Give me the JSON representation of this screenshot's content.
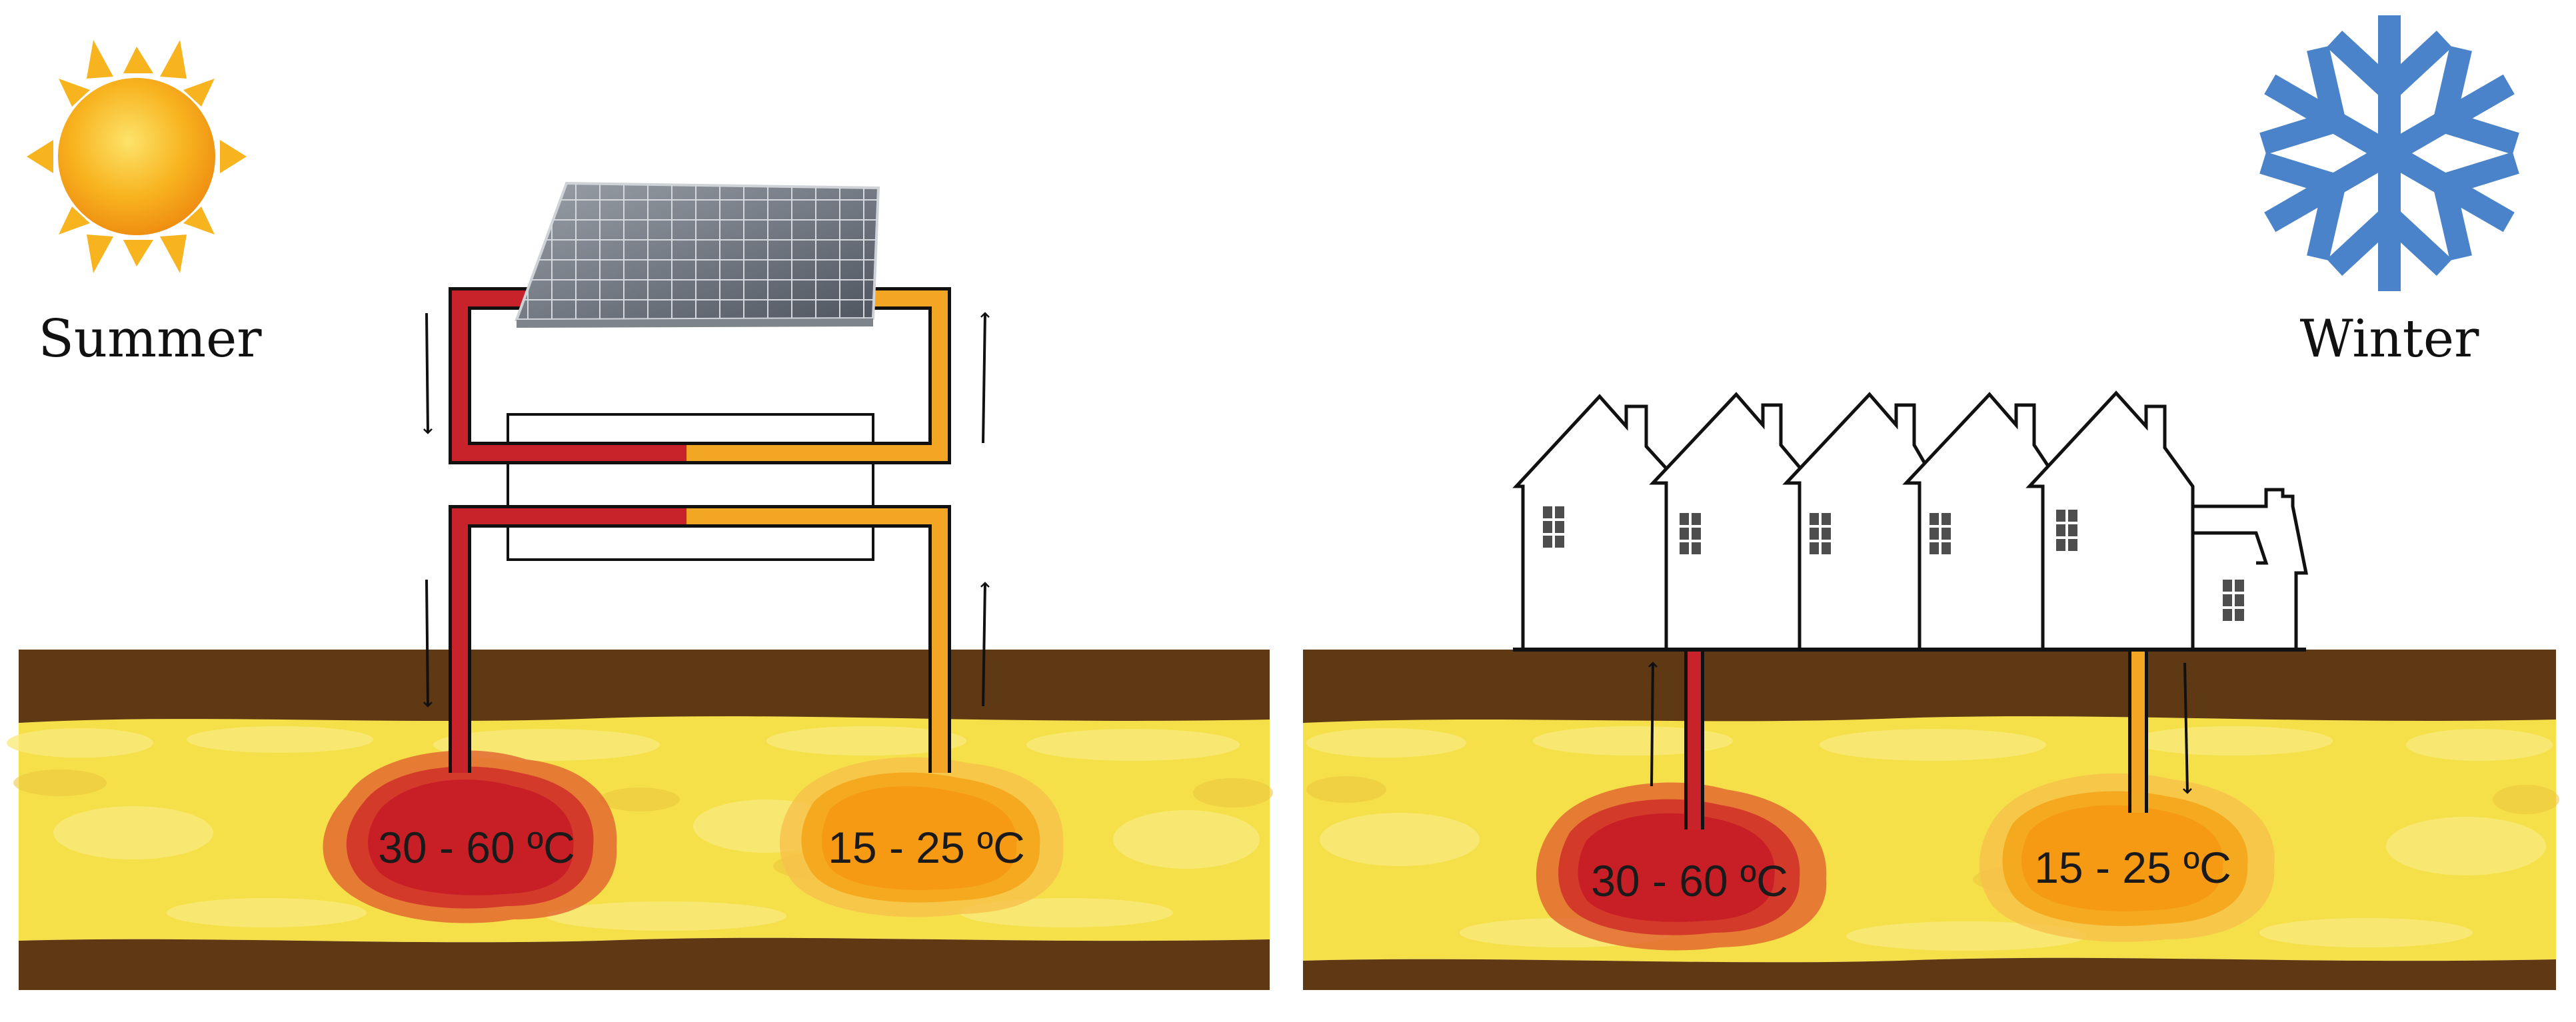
{
  "summer": {
    "label": "Summer",
    "icon": "sun-icon",
    "hot_store_temp": "30 - 60 ºC",
    "warm_store_temp": "15 - 25 ºC"
  },
  "winter": {
    "label": "Winter",
    "icon": "snowflake-icon",
    "hot_store_temp": "30 - 60 ºC",
    "warm_store_temp": "15 - 25 ºC"
  },
  "colors": {
    "hot_pipe": "#c8232a",
    "warm_pipe": "#f2a623",
    "soil": "#5e3914",
    "aquifer": "#f6e04a",
    "hot_zone": "#c81f26",
    "warm_zone": "#f5a011",
    "snowflake": "#4a83c9",
    "sun": "#f7a51c"
  }
}
